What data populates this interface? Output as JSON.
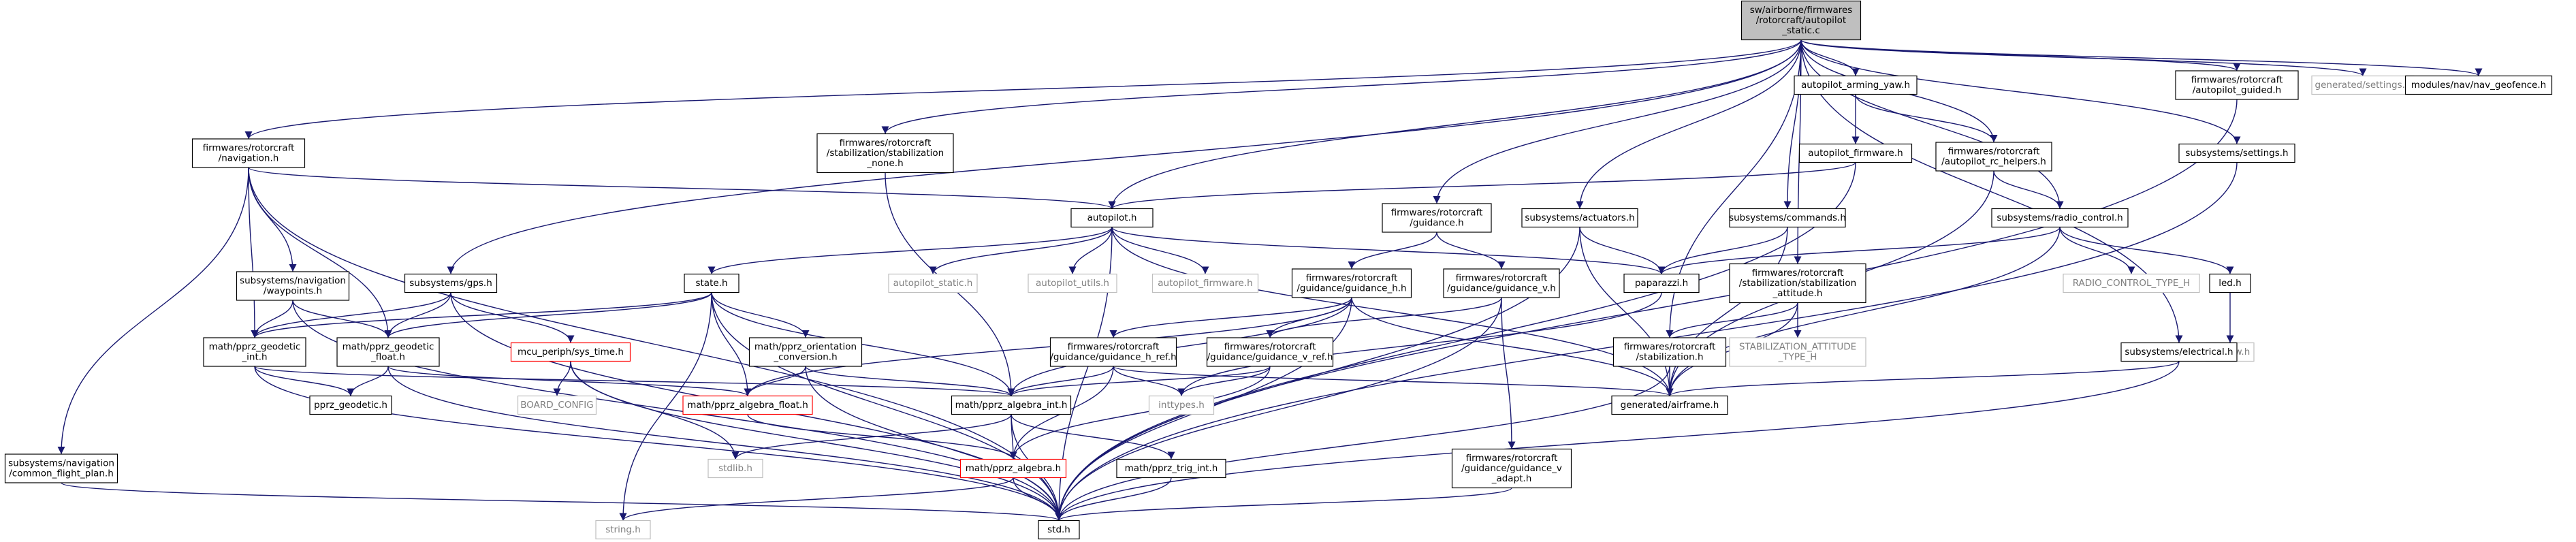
{
  "diagram": {
    "kind": "include dependency graph",
    "colors": {
      "edge": "#191970",
      "root_fill": "#bfbfbf",
      "node_border": "#000000",
      "red_border": "#ff0000",
      "muted_border": "#bfbfbf",
      "muted_text": "#7f7f7f",
      "text": "#000000"
    },
    "nodes": [
      {
        "id": "root",
        "lines": [
          "sw/airborne/firmwares",
          "/rotorcraft/autopilot",
          "_static.c"
        ],
        "style": "root"
      },
      {
        "id": "nav",
        "lines": [
          "firmwares/rotorcraft",
          "/navigation.h"
        ],
        "style": "normal"
      },
      {
        "id": "stabnone",
        "lines": [
          "firmwares/rotorcraft",
          "/stabilization/stabilization",
          "_none.h"
        ],
        "style": "normal"
      },
      {
        "id": "autopilot",
        "lines": [
          "autopilot.h"
        ],
        "style": "normal"
      },
      {
        "id": "armyaw",
        "lines": [
          "autopilot_arming_yaw.h"
        ],
        "style": "normal"
      },
      {
        "id": "apfw",
        "lines": [
          "autopilot_firmware.h"
        ],
        "style": "normal"
      },
      {
        "id": "rchelp",
        "lines": [
          "firmwares/rotorcraft",
          "/autopilot_rc_helpers.h"
        ],
        "style": "normal"
      },
      {
        "id": "apguided",
        "lines": [
          "firmwares/rotorcraft",
          "/autopilot_guided.h"
        ],
        "style": "normal"
      },
      {
        "id": "gensettings",
        "lines": [
          "generated/settings.h"
        ],
        "style": "muted"
      },
      {
        "id": "geofence",
        "lines": [
          "modules/nav/nav_geofence.h"
        ],
        "style": "normal"
      },
      {
        "id": "subsettings",
        "lines": [
          "subsystems/settings.h"
        ],
        "style": "normal"
      },
      {
        "id": "guidance",
        "lines": [
          "firmwares/rotorcraft",
          "/guidance.h"
        ],
        "style": "normal"
      },
      {
        "id": "actuators",
        "lines": [
          "subsystems/actuators.h"
        ],
        "style": "normal"
      },
      {
        "id": "commands",
        "lines": [
          "subsystems/commands.h"
        ],
        "style": "normal"
      },
      {
        "id": "radio",
        "lines": [
          "subsystems/radio_control.h"
        ],
        "style": "normal"
      },
      {
        "id": "waypoints",
        "lines": [
          "subsystems/navigation",
          "/waypoints.h"
        ],
        "style": "normal"
      },
      {
        "id": "gps",
        "lines": [
          "subsystems/gps.h"
        ],
        "style": "normal"
      },
      {
        "id": "state",
        "lines": [
          "state.h"
        ],
        "style": "normal"
      },
      {
        "id": "apstatic",
        "lines": [
          "autopilot_static.h"
        ],
        "style": "muted"
      },
      {
        "id": "aputils",
        "lines": [
          "autopilot_utils.h"
        ],
        "style": "muted"
      },
      {
        "id": "apfirmware",
        "lines": [
          "autopilot_firmware.h"
        ],
        "style": "muted"
      },
      {
        "id": "guidh",
        "lines": [
          "firmwares/rotorcraft",
          "/guidance/guidance_h.h"
        ],
        "style": "normal"
      },
      {
        "id": "guidv",
        "lines": [
          "firmwares/rotorcraft",
          "/guidance/guidance_v.h"
        ],
        "style": "normal"
      },
      {
        "id": "paparazzi",
        "lines": [
          "paparazzi.h"
        ],
        "style": "normal"
      },
      {
        "id": "stabatt",
        "lines": [
          "firmwares/rotorcraft",
          "/stabilization/stabilization",
          "_attitude.h"
        ],
        "style": "normal"
      },
      {
        "id": "rcctype",
        "lines": [
          "RADIO_CONTROL_TYPE_H"
        ],
        "style": "muted"
      },
      {
        "id": "led",
        "lines": [
          "led.h"
        ],
        "style": "normal"
      },
      {
        "id": "ledhw",
        "lines": [
          "led_hw.h"
        ],
        "style": "muted"
      },
      {
        "id": "electrical",
        "lines": [
          "subsystems/electrical.h"
        ],
        "style": "normal"
      },
      {
        "id": "geoint",
        "lines": [
          "math/pprz_geodetic",
          "_int.h"
        ],
        "style": "normal"
      },
      {
        "id": "geofloat",
        "lines": [
          "math/pprz_geodetic",
          "_float.h"
        ],
        "style": "normal"
      },
      {
        "id": "systime",
        "lines": [
          "mcu_periph/sys_time.h"
        ],
        "style": "red"
      },
      {
        "id": "orient",
        "lines": [
          "math/pprz_orientation",
          "_conversion.h"
        ],
        "style": "normal"
      },
      {
        "id": "guidhref",
        "lines": [
          "firmwares/rotorcraft",
          "/guidance/guidance_h_ref.h"
        ],
        "style": "normal"
      },
      {
        "id": "guidvref",
        "lines": [
          "firmwares/rotorcraft",
          "/guidance/guidance_v_ref.h"
        ],
        "style": "normal"
      },
      {
        "id": "stabilization",
        "lines": [
          "firmwares/rotorcraft",
          "/stabilization.h"
        ],
        "style": "normal"
      },
      {
        "id": "stabatttype",
        "lines": [
          "STABILIZATION_ATTITUDE",
          "_TYPE_H"
        ],
        "style": "muted"
      },
      {
        "id": "geodetic",
        "lines": [
          "pprz_geodetic.h"
        ],
        "style": "normal"
      },
      {
        "id": "boardconfig",
        "lines": [
          "BOARD_CONFIG"
        ],
        "style": "muted"
      },
      {
        "id": "algfloat",
        "lines": [
          "math/pprz_algebra_float.h"
        ],
        "style": "red"
      },
      {
        "id": "algint",
        "lines": [
          "math/pprz_algebra_int.h"
        ],
        "style": "normal"
      },
      {
        "id": "inttypes",
        "lines": [
          "inttypes.h"
        ],
        "style": "muted"
      },
      {
        "id": "airframe",
        "lines": [
          "generated/airframe.h"
        ],
        "style": "normal"
      },
      {
        "id": "cfp",
        "lines": [
          "subsystems/navigation",
          "/common_flight_plan.h"
        ],
        "style": "normal"
      },
      {
        "id": "stdlib",
        "lines": [
          "stdlib.h"
        ],
        "style": "muted"
      },
      {
        "id": "algebra",
        "lines": [
          "math/pprz_algebra.h"
        ],
        "style": "red"
      },
      {
        "id": "trig",
        "lines": [
          "math/pprz_trig_int.h"
        ],
        "style": "normal"
      },
      {
        "id": "guidvadapt",
        "lines": [
          "firmwares/rotorcraft",
          "/guidance/guidance_v",
          "_adapt.h"
        ],
        "style": "normal"
      },
      {
        "id": "string",
        "lines": [
          "string.h"
        ],
        "style": "muted"
      },
      {
        "id": "stdbool",
        "lines": [
          "std.h"
        ],
        "style": "normal"
      }
    ],
    "edges": [
      [
        "root",
        "nav"
      ],
      [
        "root",
        "stabnone"
      ],
      [
        "root",
        "autopilot"
      ],
      [
        "root",
        "armyaw"
      ],
      [
        "root",
        "rchelp"
      ],
      [
        "root",
        "apguided"
      ],
      [
        "root",
        "gensettings"
      ],
      [
        "root",
        "geofence"
      ],
      [
        "root",
        "subsettings"
      ],
      [
        "root",
        "guidance"
      ],
      [
        "root",
        "actuators"
      ],
      [
        "root",
        "commands"
      ],
      [
        "root",
        "radio"
      ],
      [
        "root",
        "gps"
      ],
      [
        "root",
        "stabatt"
      ],
      [
        "root",
        "electrical"
      ],
      [
        "root",
        "stabilization"
      ],
      [
        "nav",
        "autopilot"
      ],
      [
        "nav",
        "waypoints"
      ],
      [
        "nav",
        "geoint"
      ],
      [
        "nav",
        "geofloat"
      ],
      [
        "nav",
        "cfp"
      ],
      [
        "nav",
        "stdbool"
      ],
      [
        "stabnone",
        "algint"
      ],
      [
        "armyaw",
        "apfw"
      ],
      [
        "armyaw",
        "rchelp"
      ],
      [
        "apfw",
        "autopilot"
      ],
      [
        "apfw",
        "stdbool"
      ],
      [
        "rchelp",
        "radio"
      ],
      [
        "rchelp",
        "airframe"
      ],
      [
        "apguided",
        "stdbool"
      ],
      [
        "subsettings",
        "stdbool"
      ],
      [
        "autopilot",
        "state"
      ],
      [
        "autopilot",
        "apstatic"
      ],
      [
        "autopilot",
        "aputils"
      ],
      [
        "autopilot",
        "apfirmware"
      ],
      [
        "autopilot",
        "paparazzi"
      ],
      [
        "autopilot",
        "airframe"
      ],
      [
        "autopilot",
        "stdbool"
      ],
      [
        "guidance",
        "guidh"
      ],
      [
        "guidance",
        "guidv"
      ],
      [
        "actuators",
        "paparazzi"
      ],
      [
        "actuators",
        "airframe"
      ],
      [
        "actuators",
        "stdbool"
      ],
      [
        "commands",
        "paparazzi"
      ],
      [
        "commands",
        "airframe"
      ],
      [
        "radio",
        "paparazzi"
      ],
      [
        "radio",
        "rcctype"
      ],
      [
        "radio",
        "led"
      ],
      [
        "radio",
        "airframe"
      ],
      [
        "led",
        "ledhw"
      ],
      [
        "waypoints",
        "geoint"
      ],
      [
        "waypoints",
        "geofloat"
      ],
      [
        "waypoints",
        "stdbool"
      ],
      [
        "gps",
        "geoint"
      ],
      [
        "gps",
        "geofloat"
      ],
      [
        "gps",
        "systime"
      ],
      [
        "gps",
        "stdbool"
      ],
      [
        "state",
        "geoint"
      ],
      [
        "state",
        "geofloat"
      ],
      [
        "state",
        "orient"
      ],
      [
        "state",
        "algint"
      ],
      [
        "state",
        "algfloat"
      ],
      [
        "state",
        "string"
      ],
      [
        "state",
        "stdbool"
      ],
      [
        "guidh",
        "guidhref"
      ],
      [
        "guidh",
        "guidvref"
      ],
      [
        "guidh",
        "algint"
      ],
      [
        "guidh",
        "algfloat"
      ],
      [
        "guidh",
        "airframe"
      ],
      [
        "guidh",
        "stdbool"
      ],
      [
        "guidv",
        "guidvref"
      ],
      [
        "guidv",
        "guidvadapt"
      ],
      [
        "guidv",
        "stdbool"
      ],
      [
        "paparazzi",
        "inttypes"
      ],
      [
        "stabatt",
        "stabilization"
      ],
      [
        "stabatt",
        "stabatttype"
      ],
      [
        "stabatt",
        "airframe"
      ],
      [
        "electrical",
        "airframe"
      ],
      [
        "electrical",
        "stdbool"
      ],
      [
        "geoint",
        "geodetic"
      ],
      [
        "geoint",
        "algint"
      ],
      [
        "geoint",
        "stdbool"
      ],
      [
        "geofloat",
        "geodetic"
      ],
      [
        "geofloat",
        "algfloat"
      ],
      [
        "geofloat",
        "stdbool"
      ],
      [
        "systime",
        "boardconfig"
      ],
      [
        "systime",
        "stdlib"
      ],
      [
        "systime",
        "stdbool"
      ],
      [
        "orient",
        "algint"
      ],
      [
        "orient",
        "algfloat"
      ],
      [
        "orient",
        "stdbool"
      ],
      [
        "guidhref",
        "algint"
      ],
      [
        "guidhref",
        "inttypes"
      ],
      [
        "guidhref",
        "airframe"
      ],
      [
        "guidhref",
        "algebra"
      ],
      [
        "guidvref",
        "algint"
      ],
      [
        "guidvref",
        "inttypes"
      ],
      [
        "guidvref",
        "algebra"
      ],
      [
        "stabilization",
        "airframe"
      ],
      [
        "stabilization",
        "stdbool"
      ],
      [
        "algfloat",
        "algebra"
      ],
      [
        "algint",
        "stdlib"
      ],
      [
        "algint",
        "algebra"
      ],
      [
        "algint",
        "trig"
      ],
      [
        "algint",
        "stdbool"
      ],
      [
        "cfp",
        "stdbool"
      ],
      [
        "algebra",
        "string"
      ],
      [
        "algebra",
        "stdbool"
      ],
      [
        "trig",
        "stdbool"
      ],
      [
        "guidvadapt",
        "stdbool"
      ]
    ]
  }
}
